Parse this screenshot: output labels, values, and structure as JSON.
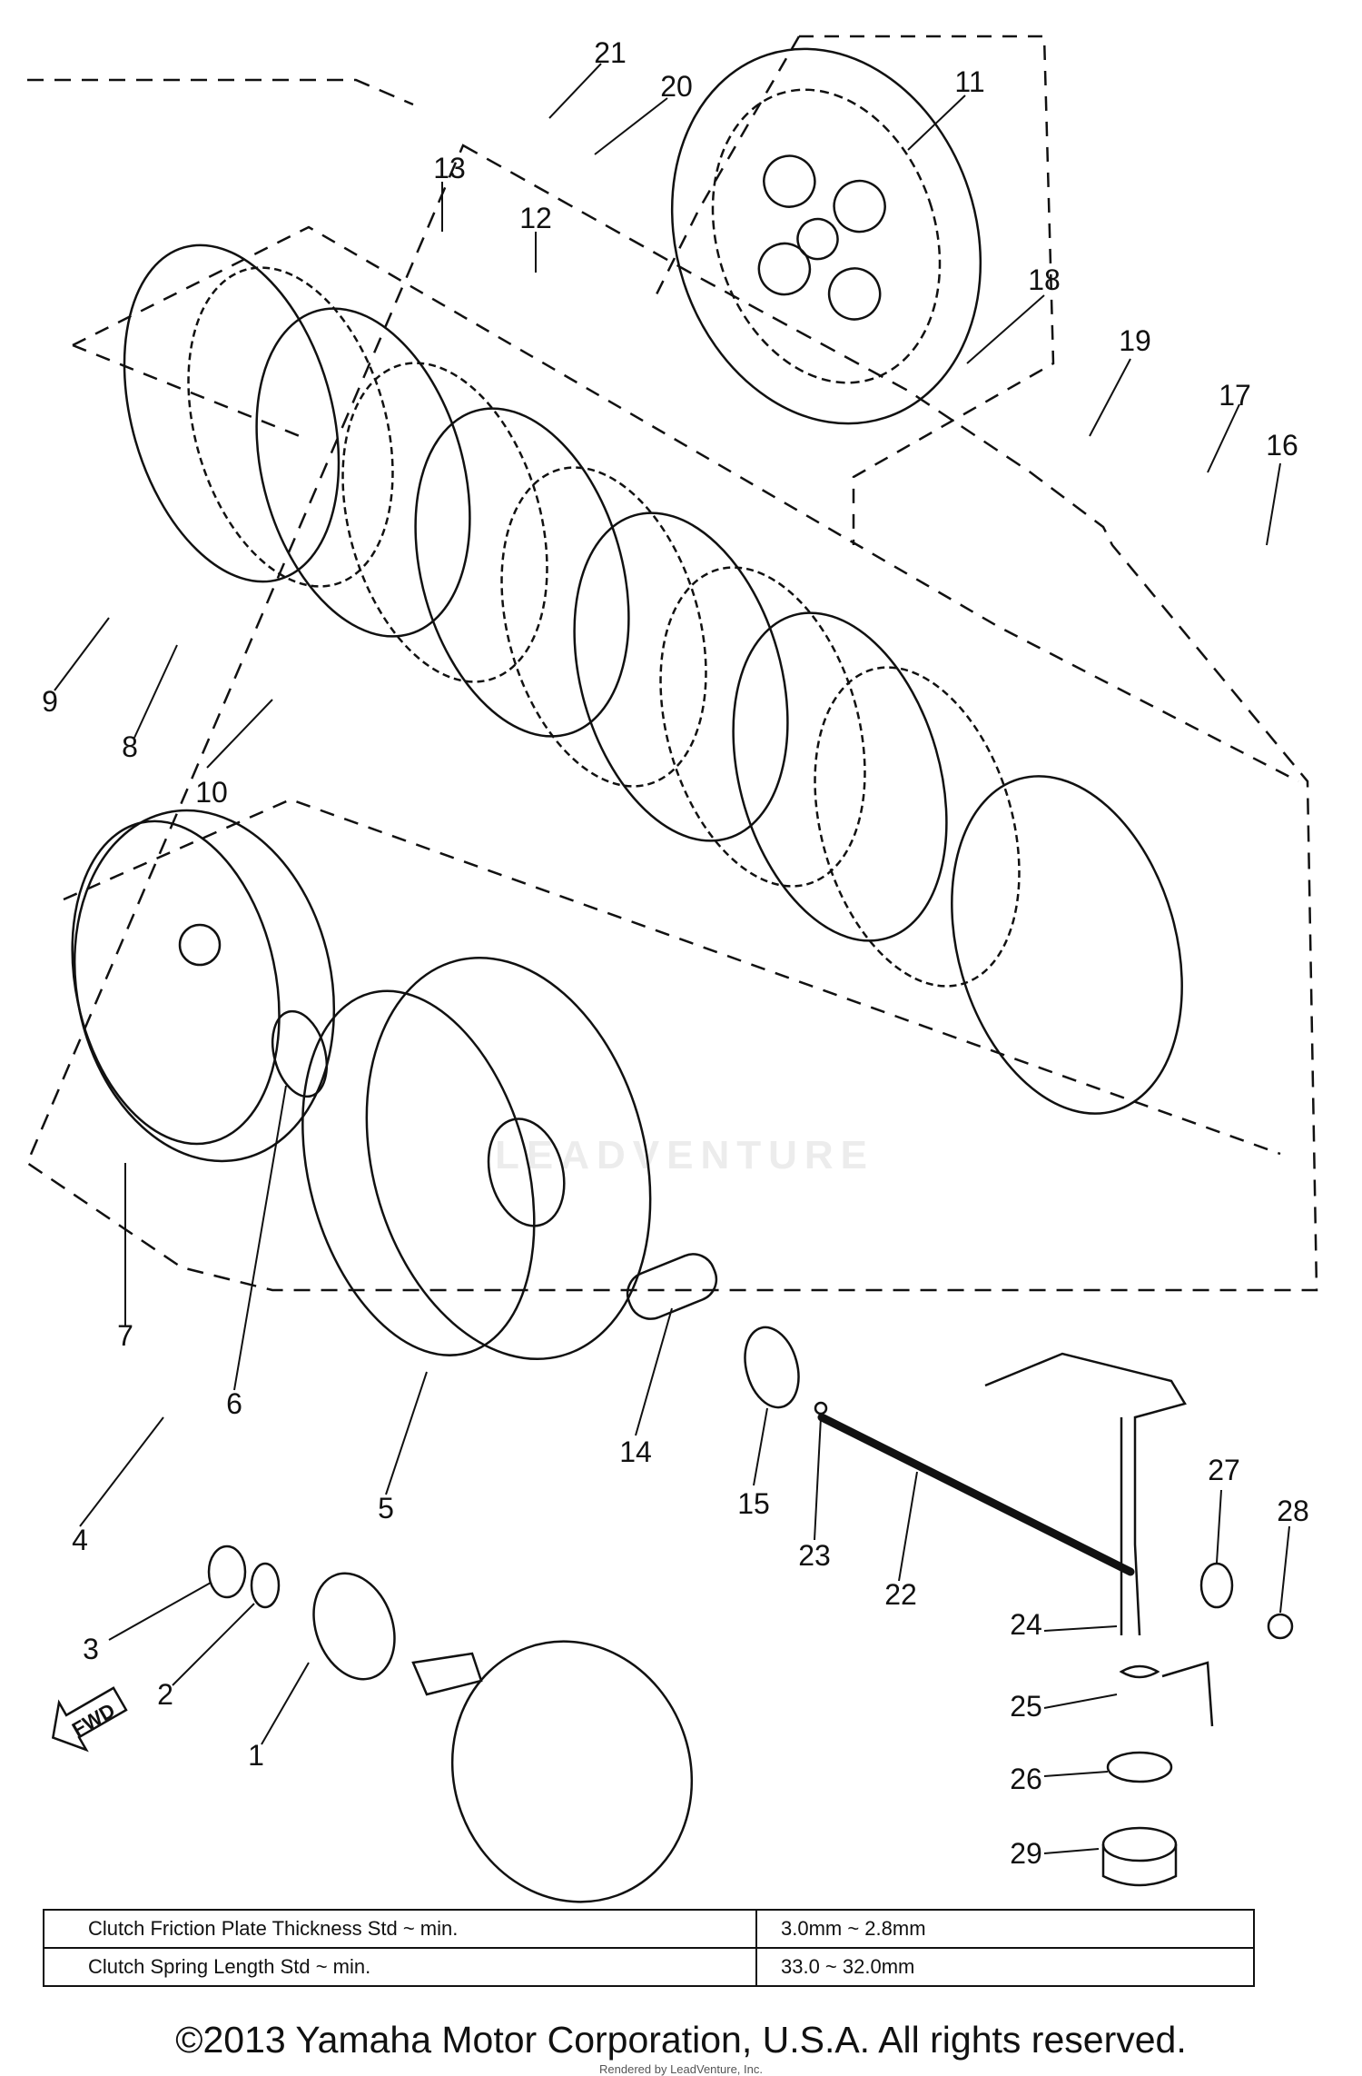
{
  "callouts": [
    {
      "label": "21"
    },
    {
      "label": "20"
    },
    {
      "label": "11"
    },
    {
      "label": "13"
    },
    {
      "label": "12"
    },
    {
      "label": "18"
    },
    {
      "label": "19"
    },
    {
      "label": "17"
    },
    {
      "label": "16"
    },
    {
      "label": "9"
    },
    {
      "label": "8"
    },
    {
      "label": "10"
    },
    {
      "label": "7"
    },
    {
      "label": "6"
    },
    {
      "label": "5"
    },
    {
      "label": "4"
    },
    {
      "label": "14"
    },
    {
      "label": "15"
    },
    {
      "label": "23"
    },
    {
      "label": "22"
    },
    {
      "label": "27"
    },
    {
      "label": "28"
    },
    {
      "label": "24"
    },
    {
      "label": "25"
    },
    {
      "label": "26"
    },
    {
      "label": "29"
    },
    {
      "label": "3"
    },
    {
      "label": "2"
    },
    {
      "label": "1"
    }
  ],
  "fwd_label": "FWD",
  "watermark": "LEADVENTURE",
  "specs": [
    {
      "item": "Clutch Friction Plate Thickness Std ~ min.",
      "value": "3.0mm ~ 2.8mm"
    },
    {
      "item": "Clutch Spring Length Std ~ min.",
      "value": "33.0 ~ 32.0mm"
    }
  ],
  "copyright": "©2013 Yamaha Motor Corporation, U.S.A. All rights reserved.",
  "credit": "Rendered by LeadVenture, Inc."
}
